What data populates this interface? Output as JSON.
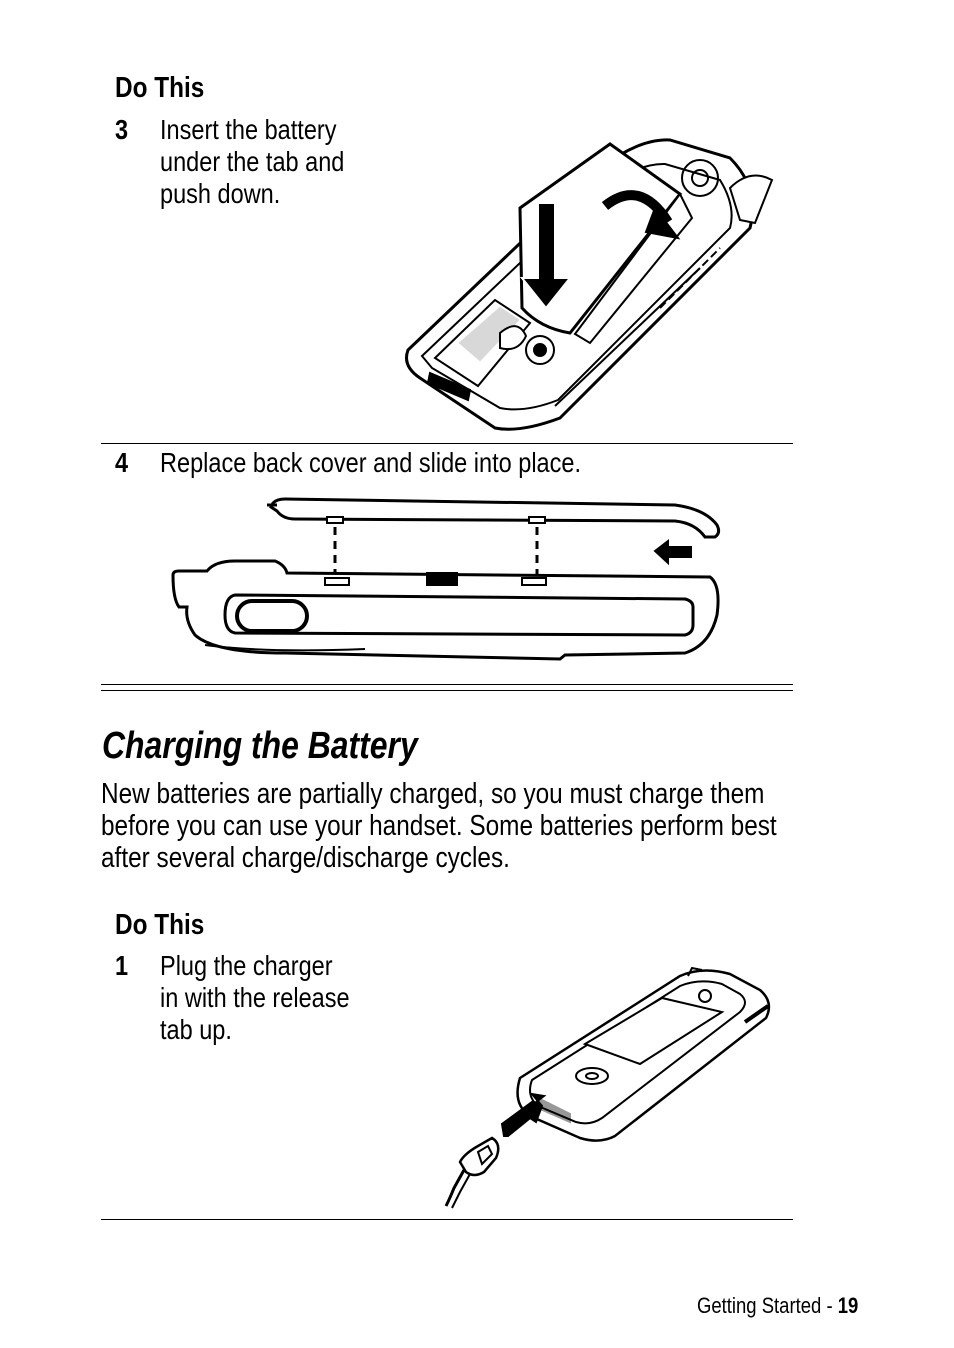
{
  "table1": {
    "header": "Do This",
    "steps": [
      {
        "num": "3",
        "lines": [
          "Insert the battery",
          "under the tab and",
          "push down."
        ]
      },
      {
        "num": "4",
        "lines": [
          "Replace back cover and slide into place."
        ]
      }
    ]
  },
  "section": {
    "title": "Charging the Battery",
    "paragraph_lines": [
      "New batteries are partially charged, so you must charge them",
      "before you can use your handset. Some batteries perform best",
      "after several charge/discharge cycles."
    ]
  },
  "table2": {
    "header": "Do This",
    "steps": [
      {
        "num": "1",
        "lines": [
          "Plug the charger",
          "in with the release",
          "tab up."
        ]
      }
    ]
  },
  "footer": {
    "section": "Getting Started",
    "separator": "-",
    "page": "19"
  },
  "illustrations": {
    "battery_insert": "phone-battery-insert-illustration",
    "cover_slide": "phone-cover-slide-illustration",
    "charger_plug": "phone-charger-plug-illustration"
  }
}
